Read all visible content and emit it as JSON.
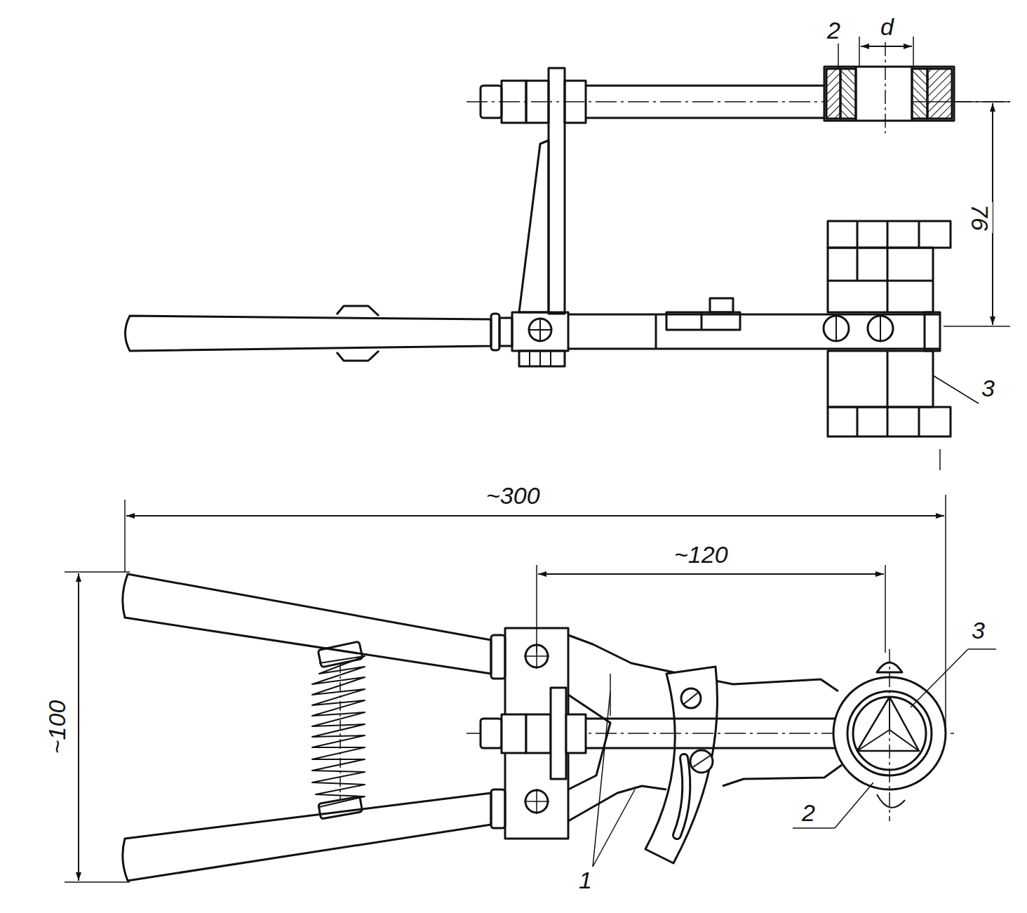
{
  "diagram": {
    "labels": [
      "2",
      "d",
      "76",
      "3",
      "~300",
      "~120",
      "~100",
      "3",
      "2",
      "1"
    ]
  }
}
